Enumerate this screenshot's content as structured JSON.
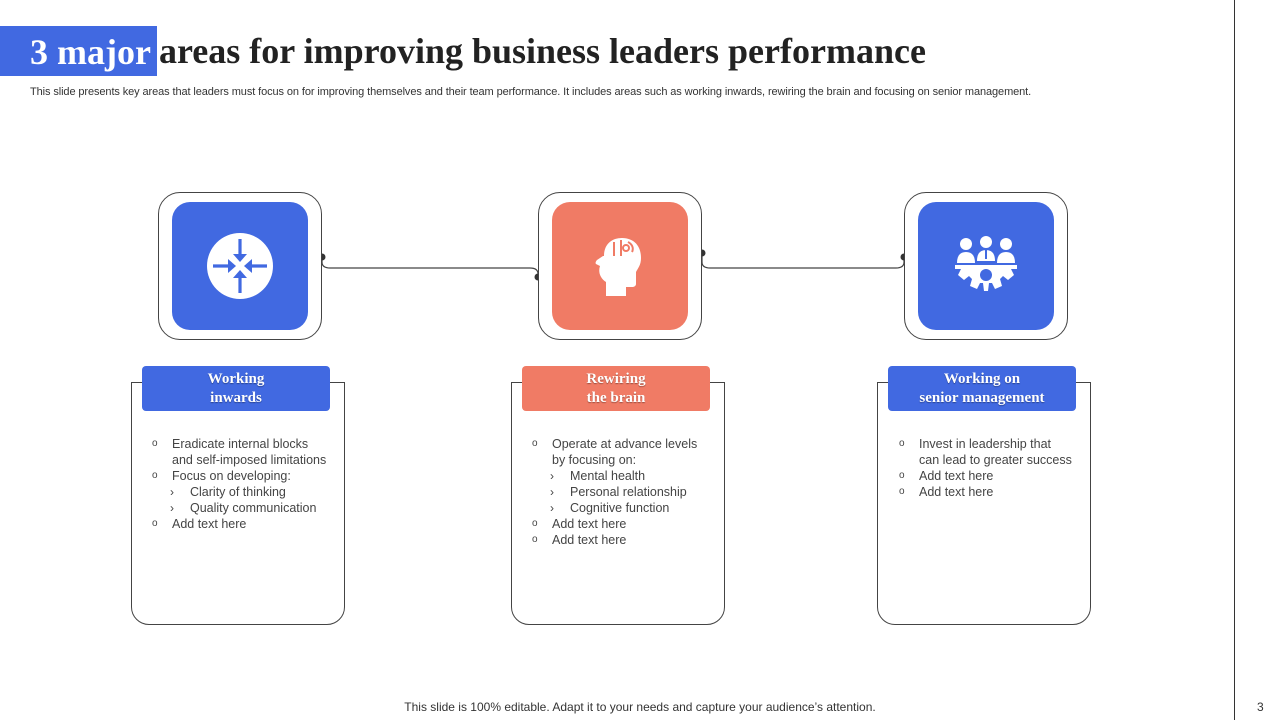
{
  "slide": {
    "title_highlight": "3 major",
    "title_rest": "areas for improving business leaders performance",
    "subtitle": "This slide presents key areas that leaders must focus on for improving themselves and their team performance. It includes areas such as working inwards, rewiring the brain and focusing on senior management.",
    "footer": "This slide is 100% editable. Adapt it to your needs and capture your audience’s attention.",
    "page_number": "3"
  },
  "colors": {
    "blue": "#4169E1",
    "coral": "#F07B65"
  },
  "cards": [
    {
      "icon": "arrows-inward-icon",
      "heading_line1": "Working",
      "heading_line2": "inwards",
      "bullets": {
        "b1_line1": "Eradicate internal blocks",
        "b1_line2": "and self-imposed limitations",
        "b2": "Focus on developing:",
        "sub1": "Clarity of thinking",
        "sub2": "Quality communication",
        "b3": "Add text here"
      }
    },
    {
      "icon": "head-brain-icon",
      "heading_line1": "Rewiring",
      "heading_line2": "the brain",
      "bullets": {
        "b1_line1": "Operate at advance  levels",
        "b1_line2": "by focusing on:",
        "sub1": "Mental health",
        "sub2": "Personal relationship",
        "sub3": "Cognitive  function",
        "b2": "Add text here",
        "b3": "Add text here"
      }
    },
    {
      "icon": "team-gear-icon",
      "heading_line1": "Working on",
      "heading_line2": "senior management",
      "bullets": {
        "b1_line1": "Invest  in leadership that",
        "b1_line2": "can lead to greater success",
        "b2": "Add text here",
        "b3": "Add text here"
      }
    }
  ],
  "markers": {
    "circle": "o",
    "chevron": "›"
  }
}
